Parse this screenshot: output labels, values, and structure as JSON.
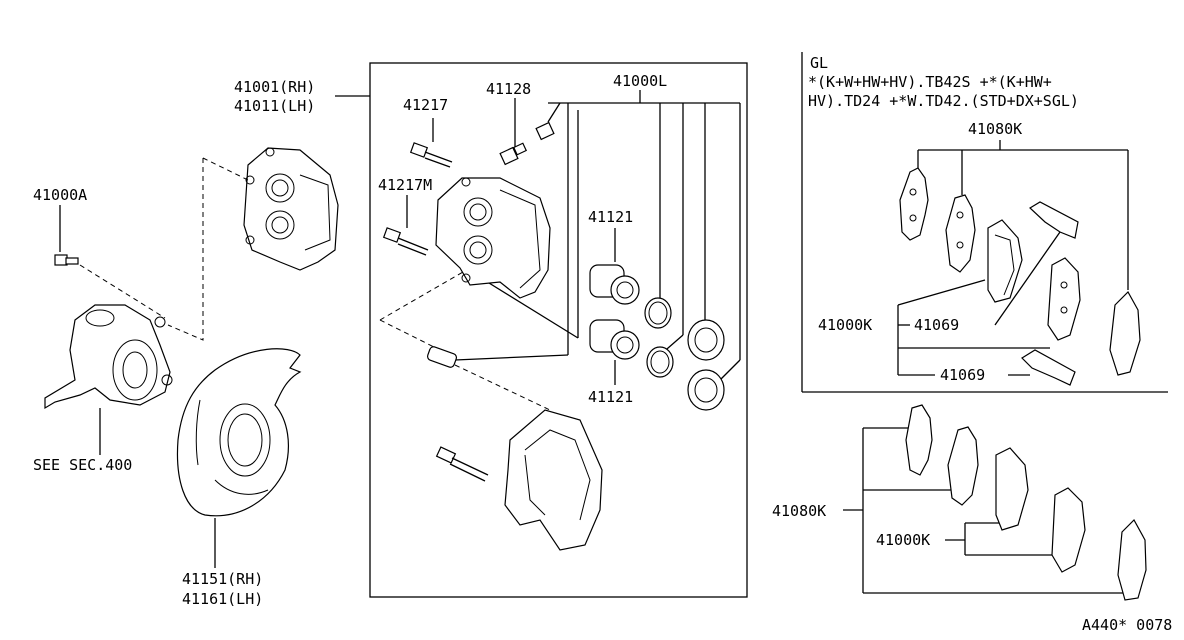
{
  "labels": {
    "caliper_rh": "41001(RH)",
    "caliper_lh": "41011(LH)",
    "bolt_41217": "41217",
    "bleeder_41128": "41128",
    "kit_41000L": "41000L",
    "bolt_41217M": "41217M",
    "piston_top": "41121",
    "piston_bottom": "41121",
    "pin_41000A": "41000A",
    "see_sec": "SEE SEC.400",
    "shield_rh": "41151(RH)",
    "shield_lh": "41161(LH)",
    "gl_title": "GL",
    "gl_line1": "*(K+W+HW+HV).TB42S +*(K+HW+",
    "gl_line2": "HV).TD24 +*W.TD42.(STD+DX+SGL)",
    "gl_pad_kit": "41080K",
    "gl_pad_set": "41000K",
    "gl_shim_upper": "41069",
    "gl_shim_lower": "41069",
    "lower_pad_kit": "41080K",
    "lower_pad_set": "41000K",
    "figure_code": "A440* 0078"
  }
}
